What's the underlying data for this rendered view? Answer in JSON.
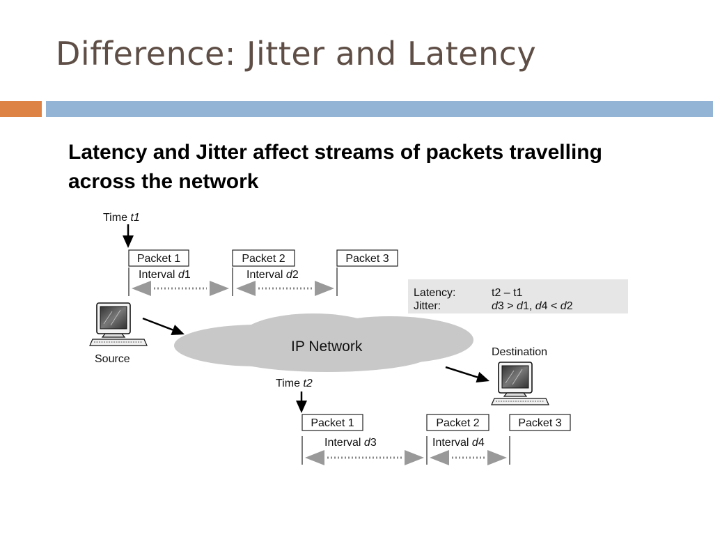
{
  "slide": {
    "title": "Difference: Jitter and Latency",
    "subtitle": "Latency and Jitter affect streams of packets travelling across the network"
  },
  "diagram": {
    "time_t1": {
      "prefix": "Time ",
      "var": "t1"
    },
    "time_t2": {
      "prefix": "Time ",
      "var": "t2"
    },
    "top_packets": [
      "Packet 1",
      "Packet 2",
      "Packet 3"
    ],
    "bottom_packets": [
      "Packet 1",
      "Packet 2",
      "Packet 3"
    ],
    "top_intervals": [
      {
        "prefix": "Interval ",
        "var": "d1"
      },
      {
        "prefix": "Interval ",
        "var": "d2"
      }
    ],
    "bottom_intervals": [
      {
        "prefix": "Interval ",
        "var": "d3"
      },
      {
        "prefix": "Interval ",
        "var": "d4"
      }
    ],
    "source_label": "Source",
    "destination_label": "Destination",
    "network_label": "IP Network",
    "legend": {
      "latency_label": "Latency:",
      "latency_value": "t2 – t1",
      "jitter_label": "Jitter:",
      "jitter_value": "d3 > d1, d4 < d2"
    },
    "colors": {
      "cloud": "#c8c8c8",
      "legend_bg": "#e6e6e6",
      "arrow": "#999999",
      "pointer": "#000000"
    }
  }
}
